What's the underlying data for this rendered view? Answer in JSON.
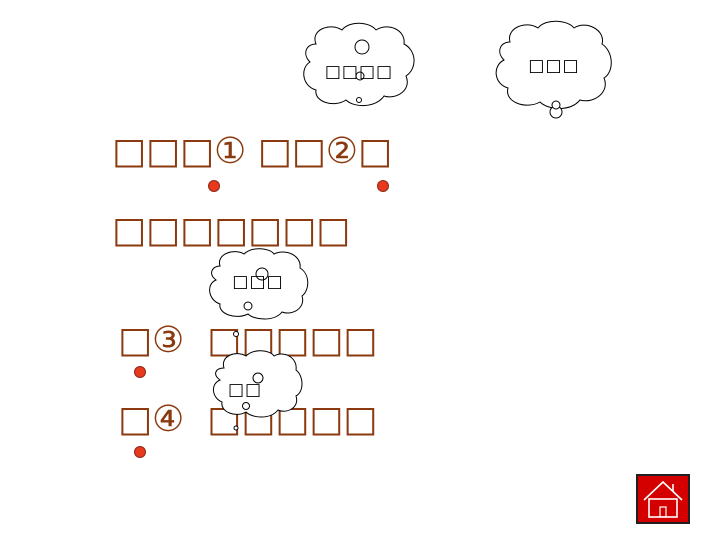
{
  "colors": {
    "text": "#8b3a0f",
    "marker": "#e8391d",
    "bubble_stroke": "#000000",
    "home_bg": "#d40000",
    "home_icon": "#ffffff"
  },
  "lines": [
    {
      "text": "□□□① □□②□"
    },
    {
      "text": "□□□□□□□"
    },
    {
      "text": "□③  □□□□□"
    },
    {
      "text": "□④  □□□□□"
    }
  ],
  "bubbles": [
    {
      "text": "□□□□"
    },
    {
      "text": "□□□"
    },
    {
      "text": "□□□"
    },
    {
      "text": "□□"
    }
  ],
  "home_button": {
    "icon": "house-icon"
  }
}
